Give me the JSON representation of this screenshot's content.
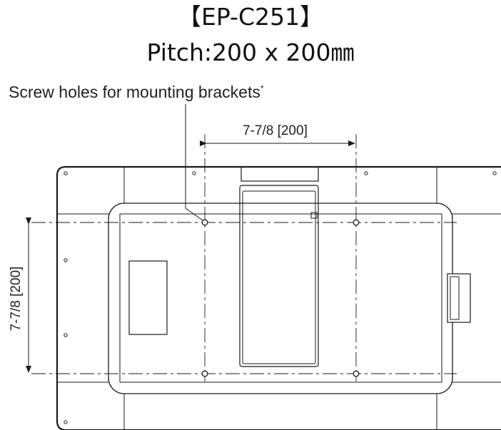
{
  "header": {
    "model": "【EP-C251】",
    "pitch": "Pitch:200 x 200㎜"
  },
  "annotations": {
    "screw_holes": "Screw holes for mounting brackets",
    "screw_holes_mark": "*",
    "horizontal_dimension": "7-7/8 [200]",
    "vertical_dimension": "7-7/8 [200]"
  },
  "colors": {
    "line": "#1a1a1a",
    "text": "#222222"
  }
}
